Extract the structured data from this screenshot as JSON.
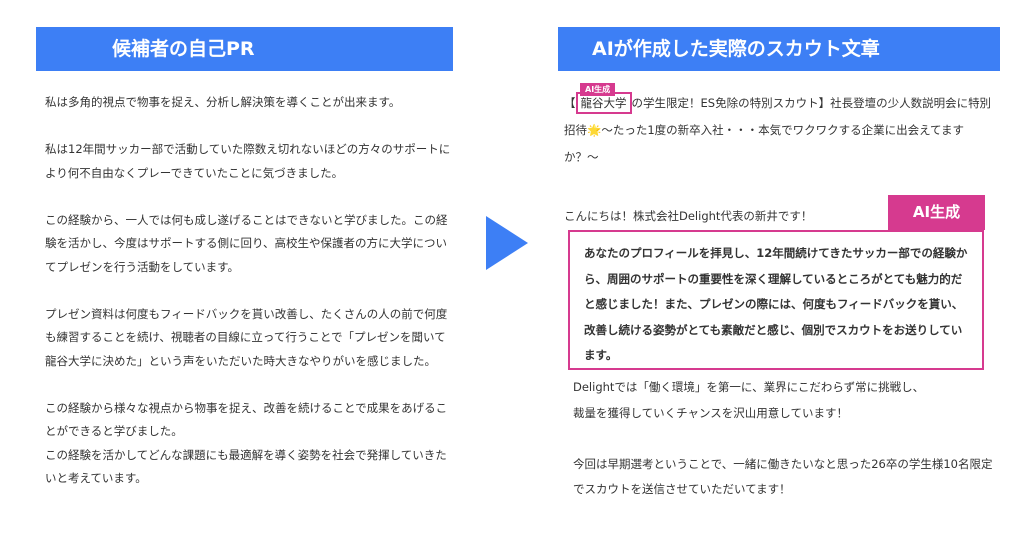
{
  "left": {
    "header": "候補者の自己PR",
    "paragraphs": [
      "私は多角的視点で物事を捉え、分析し解決策を導くことが出来ます。",
      "私は12年間サッカー部で活動していた際数え切れないほどの方々のサポートにより何不自由なくプレーできていたことに気づきました。",
      "この経験から、一人では何も成し遂げることはできないと学びました。この経験を活かし、今度はサポートする側に回り、高校生や保護者の方に大学についてプレゼンを行う活動をしています。",
      "プレゼン資料は何度もフィードバックを貰い改善し、たくさんの人の前で何度も練習することを続け、視聴者の目線に立って行うことで「プレゼンを聞いて龍谷大学に決めた」という声をいただいた時大きなやりがいを感じました。",
      "この経験から様々な視点から物事を捉え、改善を続けることで成果をあげることができると学びました。\nこの経験を活かしてどんな課題にも最適解を導く姿勢を社会で発揮していきたいと考えています。"
    ]
  },
  "right": {
    "header": "AIが作成した実際のスカウト文章",
    "intro_prefix": "【",
    "intro_highlight": "龍谷大学",
    "intro_rest": "の学生限定！ES免除の特別スカウト】社長登壇の少人数説明会に特別招待🌟〜たった1度の新卒入社・・・本気でワクワクする企業に出会えてますか？〜",
    "mini_tag": "AI生成",
    "greeting": "こんにちは！株式会社Delight代表の新井です！",
    "ai_tag": "AI生成",
    "ai_text": "あなたのプロフィールを拝見し、12年間続けてきたサッカー部での経験から、周囲のサポートの重要性を深く理解しているところがとても魅力的だと感じました！また、プレゼンの際には、何度もフィードバックを貰い、改善し続ける姿勢がとても素敵だと感じ、個別でスカウトをお送りしています。",
    "body_paragraphs": [
      "Delightでは「働く環境」を第一に、業界にこだわらず常に挑戦し、\n裁量を獲得していくチャンスを沢山用意しています！",
      "今回は早期選考ということで、一緒に働きたいなと思った26卒の学生様10名限定でスカウトを送信させていただいてます！"
    ]
  },
  "colors": {
    "header_blue": "#3d7ff5",
    "ai_pink": "#d63a8f"
  },
  "icons": {
    "arrow": "right-triangle-arrow-icon"
  }
}
